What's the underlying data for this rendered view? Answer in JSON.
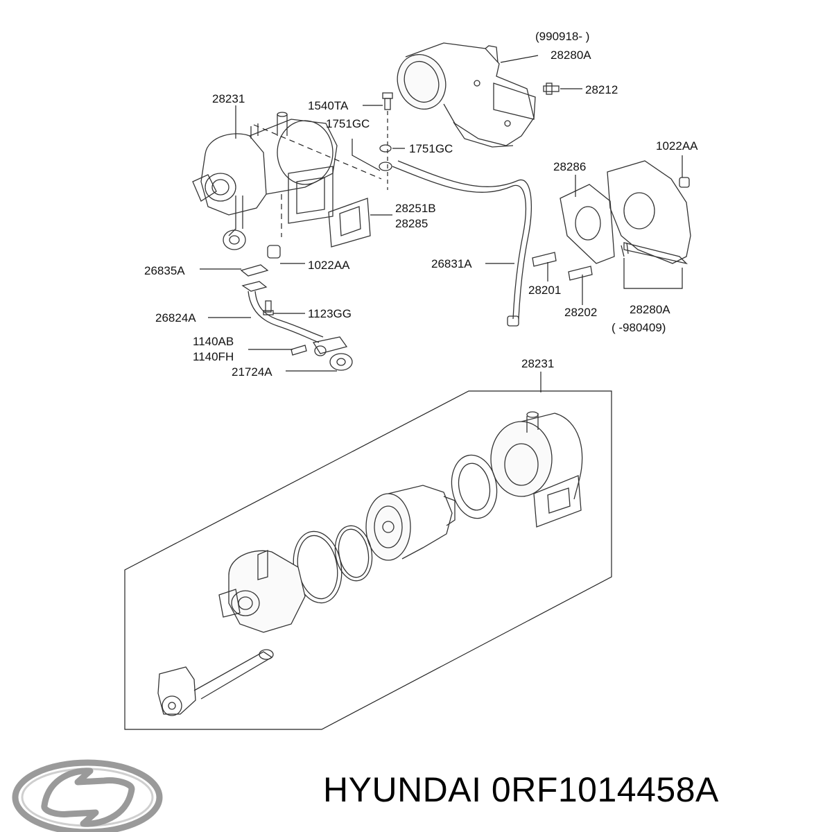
{
  "labels": {
    "l990918": "(990918- )",
    "l28280a_top": "28280A",
    "l28212": "28212",
    "l28231_top": "28231",
    "l1540ta": "1540TA",
    "l1751gc_a": "1751GC",
    "l1751gc_b": "1751GC",
    "l1022aa_right": "1022AA",
    "l28286": "28286",
    "l28251b": "28251B",
    "l28285": "28285",
    "l26831a": "26831A",
    "l1022aa_left": "1022AA",
    "l26835a": "26835A",
    "l28201": "28201",
    "l1123gg": "1123GG",
    "l26824a": "26824A",
    "l28202": "28202",
    "l28280a_bottom": "28280A",
    "l980409": "( -980409)",
    "l1140ab": "1140AB",
    "l1140fh": "1140FH",
    "l21724a": "21724A",
    "l28231_bottom": "28231"
  },
  "caption": "HYUNDAI 0RF1014458A",
  "brand_color": "#9a9a9a"
}
